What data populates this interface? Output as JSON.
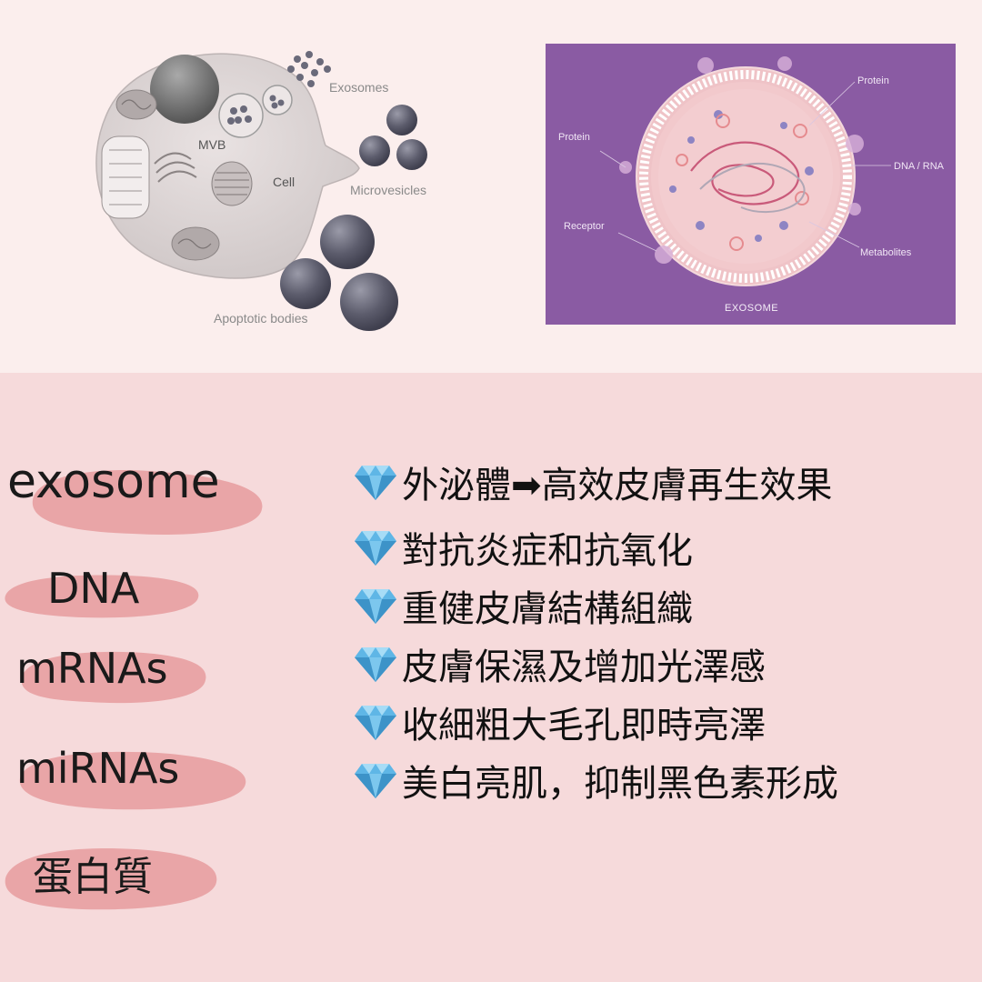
{
  "cell_diagram": {
    "labels": {
      "exosomes": "Exosomes",
      "mvb": "MVB",
      "cell": "Cell",
      "microvesicles": "Microvesicles",
      "apoptotic_bodies": "Apoptotic bodies"
    }
  },
  "exosome_diagram": {
    "background": "#8a5ba3",
    "labels": {
      "protein_top": "Protein",
      "protein_left": "Protein",
      "dna_rna": "DNA / RNA",
      "receptor": "Receptor",
      "metabolites": "Metabolites",
      "title": "EXOSOME"
    }
  },
  "terms": [
    {
      "label": "exosome"
    },
    {
      "label": "DNA"
    },
    {
      "label": "mRNAs"
    },
    {
      "label": "miRNAs"
    },
    {
      "label": "蛋白質"
    }
  ],
  "benefits": [
    {
      "icon": "diamond-icon",
      "text": "外泌體➡高效皮膚再生效果"
    },
    {
      "icon": "diamond-icon",
      "text": "對抗炎症和抗氧化"
    },
    {
      "icon": "diamond-icon",
      "text": "重健皮膚結構組織"
    },
    {
      "icon": "diamond-icon",
      "text": "皮膚保濕及增加光澤感"
    },
    {
      "icon": "diamond-icon",
      "text": "收細粗大毛孔即時亮澤"
    },
    {
      "icon": "diamond-icon",
      "text": "美白亮肌，抑制黑色素形成"
    }
  ],
  "colors": {
    "top_background": "#fbeeed",
    "bottom_background": "#f6dadb",
    "blob": "#e9a5a7",
    "gem": "#5fb6e6"
  }
}
